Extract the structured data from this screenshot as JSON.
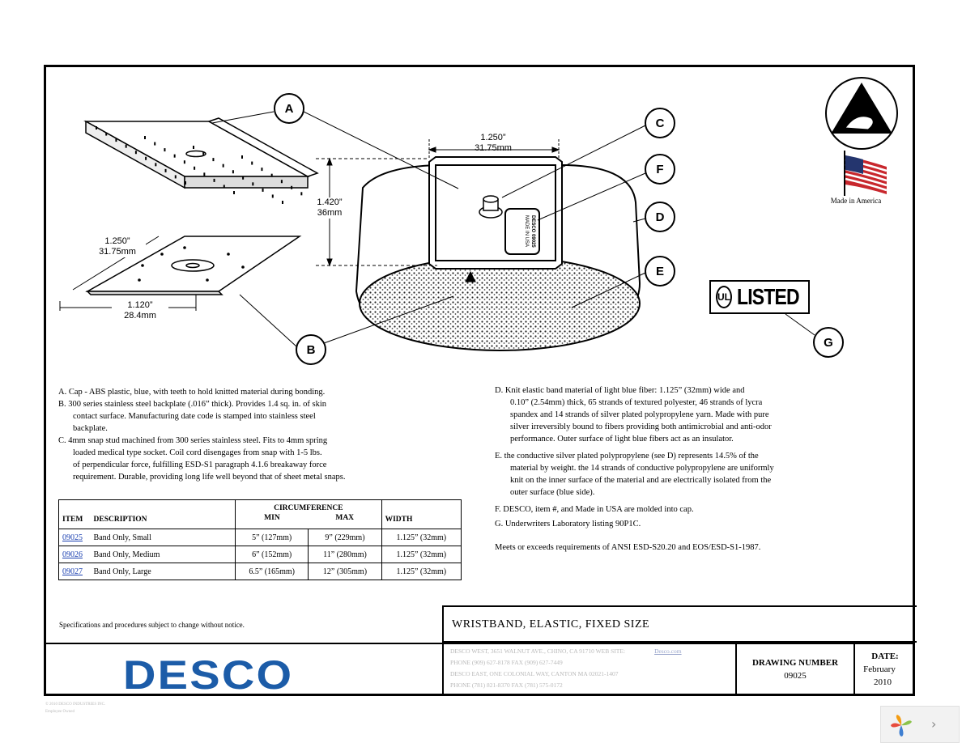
{
  "callouts": {
    "a": "A",
    "b": "B",
    "c": "C",
    "d": "D",
    "e": "E",
    "f": "F",
    "g": "G"
  },
  "dims": {
    "cap_width_in": "1.250”",
    "cap_width_mm": "31.75mm",
    "cap_height_in": "1.420”",
    "cap_height_mm": "36mm",
    "plate_len_in": "1.250”",
    "plate_len_mm": "31.75mm",
    "plate_wid_in": "1.120”",
    "plate_wid_mm": "28.4mm"
  },
  "cap_label": {
    "line1": "DESCO",
    "line2": "09025",
    "line3": "MADE IN USA"
  },
  "made_in_america": "Made in America",
  "ul_listed": "LISTED",
  "ul_logo": "UL",
  "notes_left": {
    "a": "A.  Cap - ABS plastic, blue, with teeth to hold knitted material during bonding.",
    "b1": "B.  300 series stainless steel backplate (.016” thick). Provides 1.4 sq. in. of skin",
    "b2": "contact surface. Manufacturing date code is stamped into stainless steel",
    "b3": "backplate.",
    "c1": "C.  4mm snap stud machined from 300 series stainless steel. Fits to 4mm spring",
    "c2": "loaded medical type socket. Coil cord disengages from snap with 1-5 lbs.",
    "c3": "of perpendicular force, fulfilling ESD-S1 paragraph 4.1.6 breakaway force",
    "c4": "requirement. Durable, providing long life well beyond that of sheet metal snaps."
  },
  "notes_right": {
    "d1": "D.  Knit elastic band material of light blue fiber: 1.125” (32mm) wide and",
    "d2": "0.10” (2.54mm) thick, 65 strands of textured polyester, 46 strands of lycra",
    "d3": "spandex and 14 strands of silver plated polypropylene yarn. Made with pure",
    "d4": "silver irreversibly bound to fibers providing both antimicrobial and anti-odor",
    "d5": "performance. Outer surface of light blue fibers act as an insulator.",
    "e1": "E.  the conductive silver plated polypropylene (see D) represents 14.5% of the",
    "e2": "material by weight. the 14 strands of conductive polypropylene are uniformly",
    "e3": "knit on the inner surface of the material and are electrically isolated from the",
    "e4": "outer surface (blue side).",
    "f": "F.  DESCO, item #, and Made in USA are molded into cap.",
    "g": "G. Underwriters Laboratory listing 90P1C.",
    "meets": "Meets or exceeds requirements of ANSI ESD-S20.20 and EOS/ESD-S1-1987."
  },
  "table": {
    "h_item": "ITEM",
    "h_desc": "DESCRIPTION",
    "h_circ": "CIRCUMFERENCE",
    "h_min": "MIN",
    "h_max": "MAX",
    "h_width": "WIDTH",
    "rows": [
      {
        "item": "09025",
        "desc": "Band Only, Small",
        "min": "5” (127mm)",
        "max": "9” (229mm)",
        "width": "1.125” (32mm)"
      },
      {
        "item": "09026",
        "desc": "Band Only, Medium",
        "min": "6” (152mm)",
        "max": "11” (280mm)",
        "width": "1.125” (32mm)"
      },
      {
        "item": "09027",
        "desc": "Band Only, Large",
        "min": "6.5” (165mm)",
        "max": "12” (305mm)",
        "width": "1.125” (32mm)"
      }
    ]
  },
  "disclaimer": "Specifications and procedures subject to change without notice.",
  "title": "WRISTBAND, ELASTIC, FIXED SIZE",
  "logo": "DESCO",
  "address": {
    "l1": "DESCO WEST, 3651 WALNUT AVE., CHINO, CA 91710   WEB SITE:",
    "l1b": "Desco.com",
    "l2": "PHONE (909) 627-8178   FAX (909) 627-7449",
    "l3": "DESCO EAST, ONE COLONIAL WAY, CANTON MA 02021-1407",
    "l4": "PHONE (781) 821-8370    FAX (781) 575-0172"
  },
  "drawing_number_label": "DRAWING NUMBER",
  "drawing_number": "09025",
  "date_label": "DATE:",
  "date_month": "February",
  "date_year": "2010",
  "copyright": "© 2010 DESCO INDUSTRIES INC.",
  "copyright2": "Employee Owned",
  "colors": {
    "logo": "#1c5ca8",
    "link": "#1a3fb0"
  }
}
